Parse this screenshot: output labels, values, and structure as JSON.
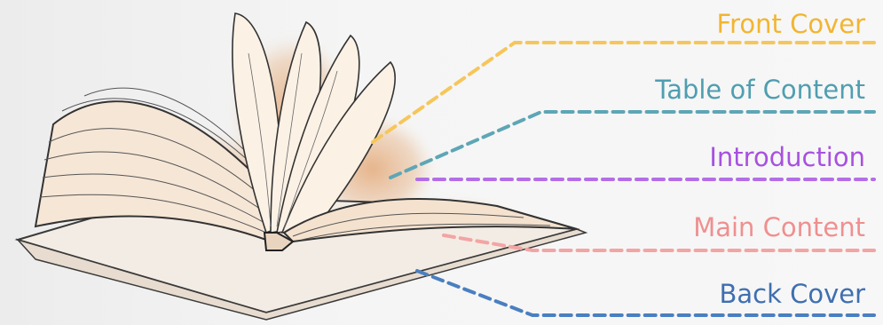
{
  "labels": [
    {
      "key": "front",
      "text": "Front Cover",
      "color": "#f2b531"
    },
    {
      "key": "toc",
      "text": "Table of Content",
      "color": "#4f9eb0"
    },
    {
      "key": "intro",
      "text": "Introduction",
      "color": "#a851e0"
    },
    {
      "key": "main",
      "text": "Main Content",
      "color": "#f08f8f"
    },
    {
      "key": "back",
      "text": "Back Cover",
      "color": "#3e6fb0"
    }
  ],
  "illustration": {
    "icon": "open-book-sketch-icon"
  }
}
